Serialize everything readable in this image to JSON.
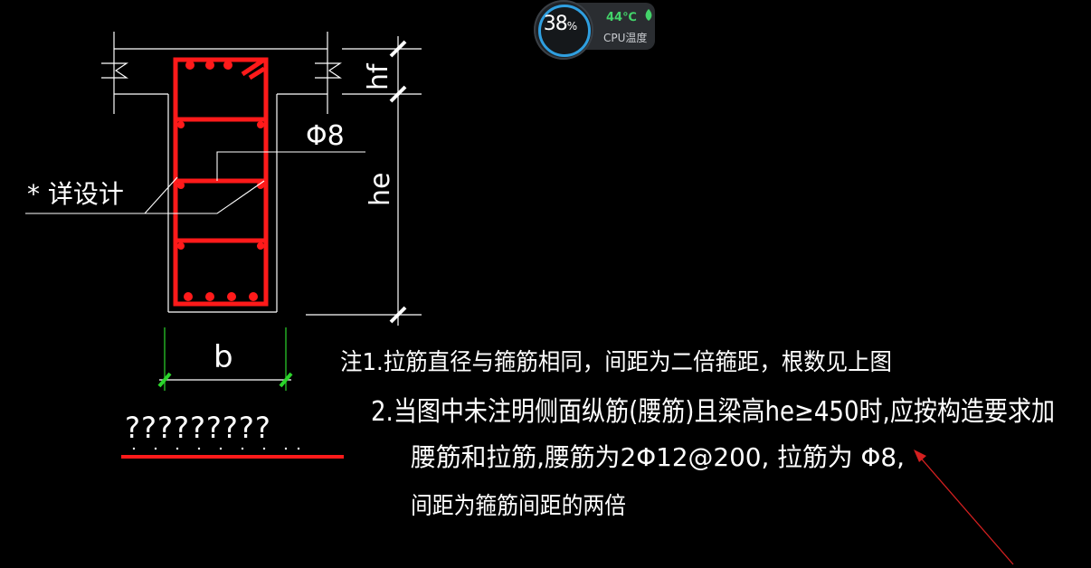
{
  "widget": {
    "cpu_percent": "38",
    "cpu_percent_unit": "%",
    "cpu_temp": "44℃",
    "cpu_label": "CPU温度",
    "ring_color": "#2f9fe0",
    "temp_color": "#43d36a"
  },
  "drawing": {
    "colors": {
      "rebar": "#ff1a1a",
      "lines": "#ffffff",
      "dim_ticks": "#ffffff",
      "b_ticks": "#2bd62b",
      "arrow": "#d42020",
      "base_line": "#ff1a1a"
    },
    "labels": {
      "hf": "hf",
      "he": "he",
      "phi8": "Φ8",
      "detail": "* 详设计",
      "b": "b",
      "question_marks": "?????????"
    }
  },
  "notes": {
    "line1": "注1.拉筋直径与箍筋相同，间距为二倍箍距，根数见上图",
    "line2": "2.当图中未注明侧面纵筋(腰筋)且梁高he≥450时,应按构造要求加",
    "line3": "腰筋和拉筋,腰筋为2Φ12@200, 拉筋为 Φ8,",
    "line4": "间距为箍筋间距的两倍"
  }
}
